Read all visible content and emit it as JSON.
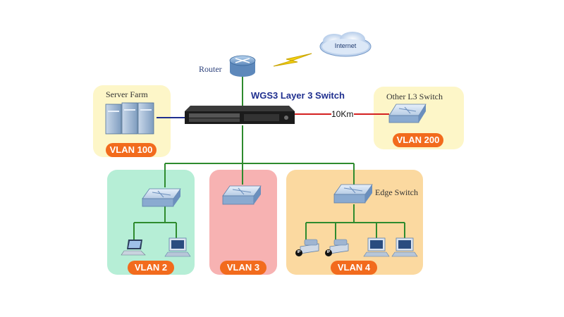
{
  "router": {
    "label": "Router"
  },
  "internet": {
    "label": "Internet"
  },
  "core_switch": {
    "title": "WGS3 Layer 3 Switch"
  },
  "link": {
    "distance_label": "10Km"
  },
  "server_farm": {
    "label": "Server Farm",
    "vlan": "VLAN 100"
  },
  "other_l3": {
    "label": "Other L3 Switch",
    "vlan": "VLAN 200"
  },
  "vlan2": {
    "label": "VLAN 2"
  },
  "vlan3": {
    "label": "VLAN 3"
  },
  "vlan4": {
    "label": "VLAN 4",
    "switch_label": "Edge Switch",
    "ip_badge": "IP"
  },
  "colors": {
    "zone_yellow": "#fdf6c8",
    "zone_green": "#b6eed6",
    "zone_pink": "#f7b2b2",
    "zone_orange": "#fbd9a0",
    "pill": "#f26b1d",
    "green_line": "#2e8b2e",
    "red_line": "#d42020",
    "blue_line": "#1f2f8f"
  }
}
